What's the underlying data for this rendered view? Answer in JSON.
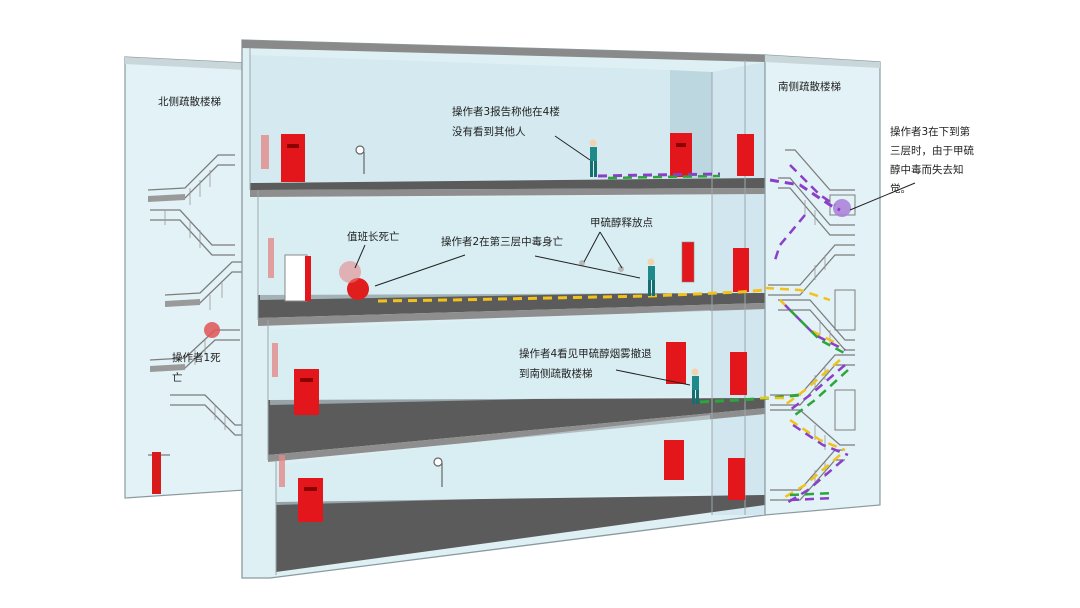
{
  "labels": {
    "north_stair": "北侧疏散楼梯",
    "south_stair": "南侧疏散楼梯",
    "op3_line1": "操作者3报告称他在4楼",
    "op3_line2": "没有看到其他人",
    "op3_fall": "操作者3在下到第三层时，由于甲硫醇中毒而失去知觉。",
    "supervisor": "值班长死亡",
    "op2": "操作者2在第三层中毒身亡",
    "release": "甲硫醇释放点",
    "op1": "操作者1死亡",
    "op4_line1": "操作者4看见甲硫醇烟雾撤退",
    "op4_line2": "到南侧疏散楼梯"
  },
  "colors": {
    "wall": "#dbeff5",
    "glass_edge": "#8a9aa0",
    "floor": "#5b5b5b",
    "door": "#e3161b",
    "path_yellow": "#f2c21b",
    "path_purple": "#8b3fc8",
    "path_green": "#2aa63a",
    "victim_red": "#e01e1e"
  }
}
